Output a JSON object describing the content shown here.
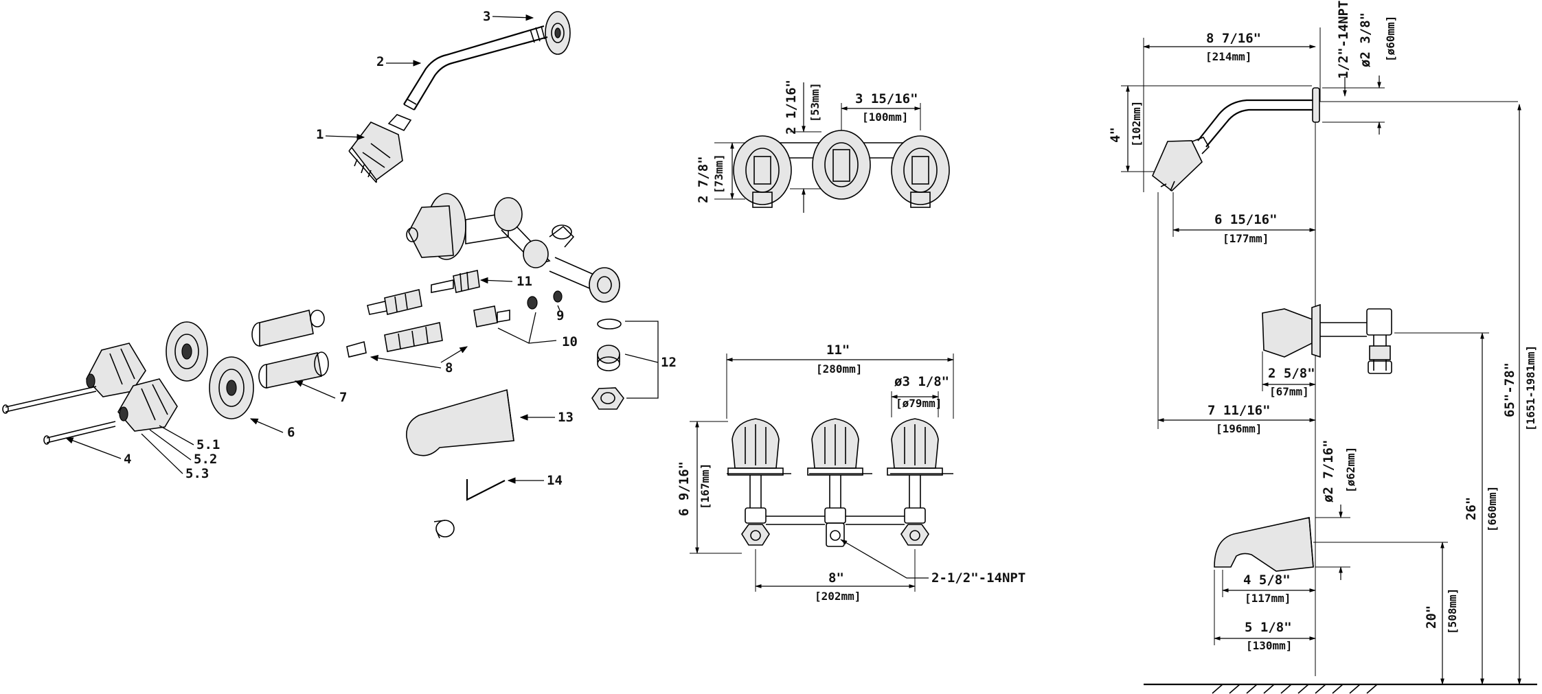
{
  "exploded": {
    "callouts": [
      "1",
      "2",
      "3",
      "4",
      "5.1",
      "5.2",
      "5.3",
      "6",
      "7",
      "8",
      "9",
      "10",
      "11",
      "12",
      "13",
      "14"
    ]
  },
  "front_view": {
    "dims": {
      "spacing": "3 15/16\"",
      "spacing_mm": "[100mm]",
      "height": "2 1/16\"",
      "height_mm": "[53mm]",
      "body": "2 7/8\"",
      "body_mm": "[73mm]"
    }
  },
  "top_view": {
    "dims": {
      "width": "11\"",
      "width_mm": "[280mm]",
      "knob": "ø3 1/8\"",
      "knob_mm": "[ø79mm]",
      "depth": "6 9/16\"",
      "depth_mm": "[167mm]",
      "centers": "8\"",
      "centers_mm": "[202mm]",
      "thread": "2-1/2\"-14NPT"
    }
  },
  "side_view": {
    "dims": {
      "arm_len": "8 7/16\"",
      "arm_len_mm": "[214mm]",
      "npt": "1/2\"-14NPT",
      "flange": "ø2 3/8\"",
      "flange_mm": "[ø60mm]",
      "drop": "4\"",
      "drop_mm": "[102mm]",
      "head_reach": "6 15/16\"",
      "head_reach_mm": "[177mm]",
      "valve_reach": "2 5/8\"",
      "valve_reach_mm": "[67mm]",
      "total_reach": "7 11/16\"",
      "total_reach_mm": "[196mm]",
      "spout_dia": "ø2 7/16\"",
      "spout_dia_mm": "[ø62mm]",
      "spout_reach": "4 5/8\"",
      "spout_reach_mm": "[117mm]",
      "spout_len": "5 1/8\"",
      "spout_len_mm": "[130mm]",
      "spout_h": "20\"",
      "spout_h_mm": "[508mm]",
      "valve_h": "26\"",
      "valve_h_mm": "[660mm]",
      "head_h": "65\"-78\"",
      "head_h_mm": "[1651-1981mm]"
    }
  }
}
